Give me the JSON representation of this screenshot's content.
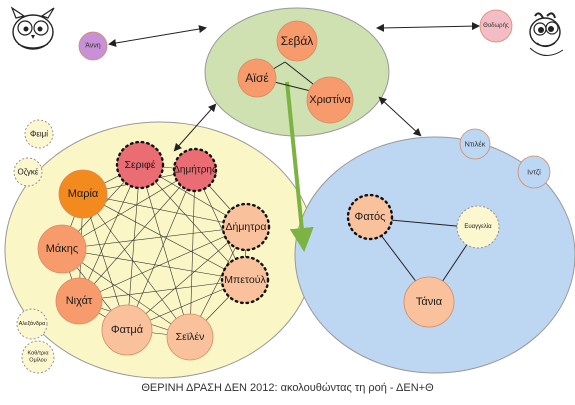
{
  "caption": "ΘΕΡΙΝΗ ΔΡΑΣΗ ΔΕΝ 2012: ακολουθώντας τη ροή - ΔΕΝ+Θ",
  "colors": {
    "green_group": "#cfe0b1",
    "yellow_group": "#fbf6c6",
    "blue_group": "#bdd7f2",
    "orange": "#f79a6c",
    "dark_orange": "#f28a1e",
    "light_orange": "#f9c29c",
    "red": "#ea6d74",
    "pale_yellow": "#fdf7cf",
    "blue_node": "#bcd7f3",
    "purple": "#c890d6",
    "pink": "#f4bcc5",
    "arrow_green": "#7cb342"
  },
  "groups": [
    {
      "id": "center",
      "color": "green"
    },
    {
      "id": "left",
      "color": "yellow"
    },
    {
      "id": "right",
      "color": "blue"
    }
  ],
  "nodes": {
    "seval": {
      "label": "Σεβάλ",
      "fill": "orange",
      "style": "solid"
    },
    "aise": {
      "label": "Αϊσέ",
      "fill": "orange",
      "style": "solid"
    },
    "christina": {
      "label": "Χριστίνα",
      "fill": "orange",
      "style": "solid"
    },
    "anni": {
      "label": "Άννη",
      "fill": "purple",
      "style": "solid"
    },
    "theodoris": {
      "label": "Θοδωρής",
      "fill": "pink",
      "style": "solid"
    },
    "feimi": {
      "label": "Φειμί",
      "fill": "pale_yellow",
      "style": "dashed"
    },
    "ozge": {
      "label": "Οζγκέ",
      "fill": "pale_yellow",
      "style": "dashed"
    },
    "alexandra": {
      "label": "Αλεξάνδρα",
      "fill": "pale_yellow",
      "style": "dashed"
    },
    "kathigitis": {
      "label": "Καθ/τρια Ομίλου",
      "fill": "pale_yellow",
      "style": "dashed"
    },
    "serife": {
      "label": "Σεριφέ",
      "fill": "red",
      "style": "dotted"
    },
    "dimitris": {
      "label": "Δημήτρης",
      "fill": "red",
      "style": "dotted"
    },
    "maria": {
      "label": "Μαρία",
      "fill": "dark_orange",
      "style": "solid"
    },
    "makis": {
      "label": "Μάκης",
      "fill": "orange",
      "style": "solid"
    },
    "nichat": {
      "label": "Νιχάτ",
      "fill": "orange",
      "style": "solid"
    },
    "fatma": {
      "label": "Φατμά",
      "fill": "light_orange",
      "style": "solid"
    },
    "seilen": {
      "label": "Σεϊλέν",
      "fill": "light_orange",
      "style": "solid"
    },
    "dimitra": {
      "label": "Δήμητρα",
      "fill": "light_orange",
      "style": "dotted"
    },
    "mpetoul": {
      "label": "Μπετούλ",
      "fill": "light_orange",
      "style": "dotted"
    },
    "ntilek": {
      "label": "Ντιλέκ",
      "fill": "blue_node",
      "style": "solid"
    },
    "intzi": {
      "label": "Ιντζί",
      "fill": "blue_node",
      "style": "solid"
    },
    "fatos": {
      "label": "Φατός",
      "fill": "light_orange",
      "style": "dotted"
    },
    "evangelia": {
      "label": "Ευαγγελία",
      "fill": "pale_yellow",
      "style": "dashed"
    },
    "tania": {
      "label": "Τάνια",
      "fill": "light_orange",
      "style": "solid"
    }
  },
  "icons": [
    {
      "name": "owl-icon"
    },
    {
      "name": "cartoon-character-icon"
    }
  ]
}
